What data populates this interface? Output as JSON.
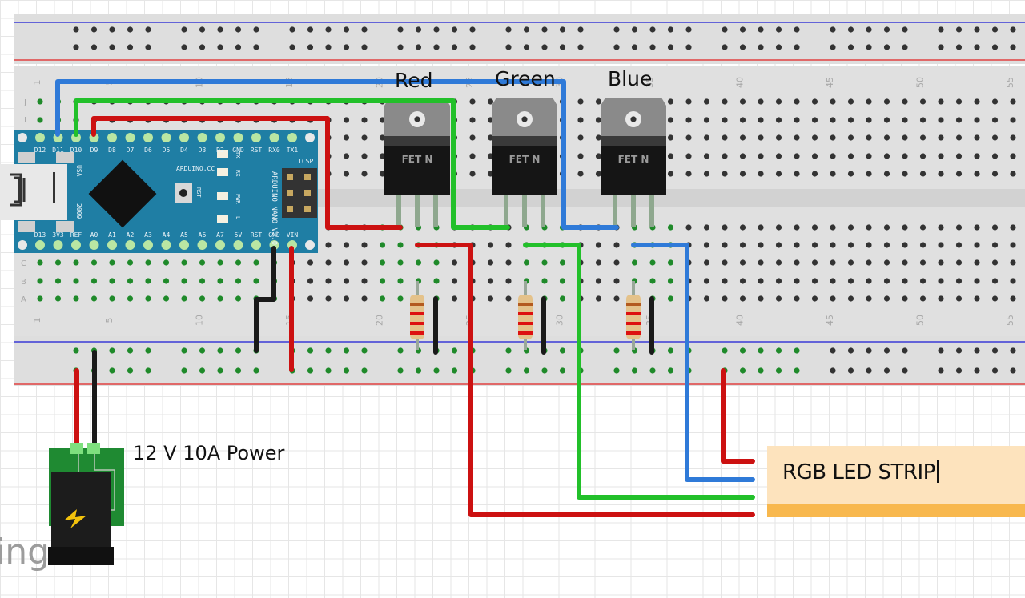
{
  "app": "Fritzing breadboard view",
  "watermark": "ing",
  "labels": {
    "mosfet_red": "Red",
    "mosfet_green": "Green",
    "mosfet_blue": "Blue",
    "power": "12 V 10A Power",
    "strip": "RGB LED STRIP"
  },
  "breadboard": {
    "column_numbers": [
      "1",
      "5",
      "10",
      "15",
      "20",
      "25",
      "30",
      "35",
      "40",
      "45",
      "50",
      "55"
    ],
    "row_letters_top": [
      "J",
      "I"
    ],
    "row_letters_bottom": [
      "C",
      "B",
      "A"
    ],
    "colors": {
      "board": "#e0e0e0",
      "rail_blue": "#3a3ad6",
      "rail_red": "#e04040",
      "hole": "#333333",
      "hole_active": "#1f8a2a"
    }
  },
  "arduino": {
    "name": "ARDUINO NANO V3.0",
    "site": "ARDUINO.CC",
    "country": "USA",
    "year": "2009",
    "icsp": "ICSP",
    "rst_button": "RST",
    "leds": [
      "TX",
      "RX",
      "PWR",
      "L"
    ],
    "top_pins": [
      "D12",
      "D11",
      "D10",
      "D9",
      "D8",
      "D7",
      "D6",
      "D5",
      "D4",
      "D3",
      "D2",
      "GND",
      "RST",
      "RX0",
      "TX1"
    ],
    "bottom_pins": [
      "D13",
      "3V3",
      "REF",
      "A0",
      "A1",
      "A2",
      "A3",
      "A4",
      "A5",
      "A6",
      "A7",
      "5V",
      "RST",
      "GND",
      "VIN"
    ],
    "color": "#1f7ea4"
  },
  "mosfets": [
    {
      "name": "Red",
      "marking": "FET N"
    },
    {
      "name": "Green",
      "marking": "FET N"
    },
    {
      "name": "Blue",
      "marking": "FET N"
    }
  ],
  "wire_colors": {
    "red": "#cc1111",
    "green": "#22c02a",
    "blue": "#2f7ad8",
    "black": "#1a1a1a"
  }
}
